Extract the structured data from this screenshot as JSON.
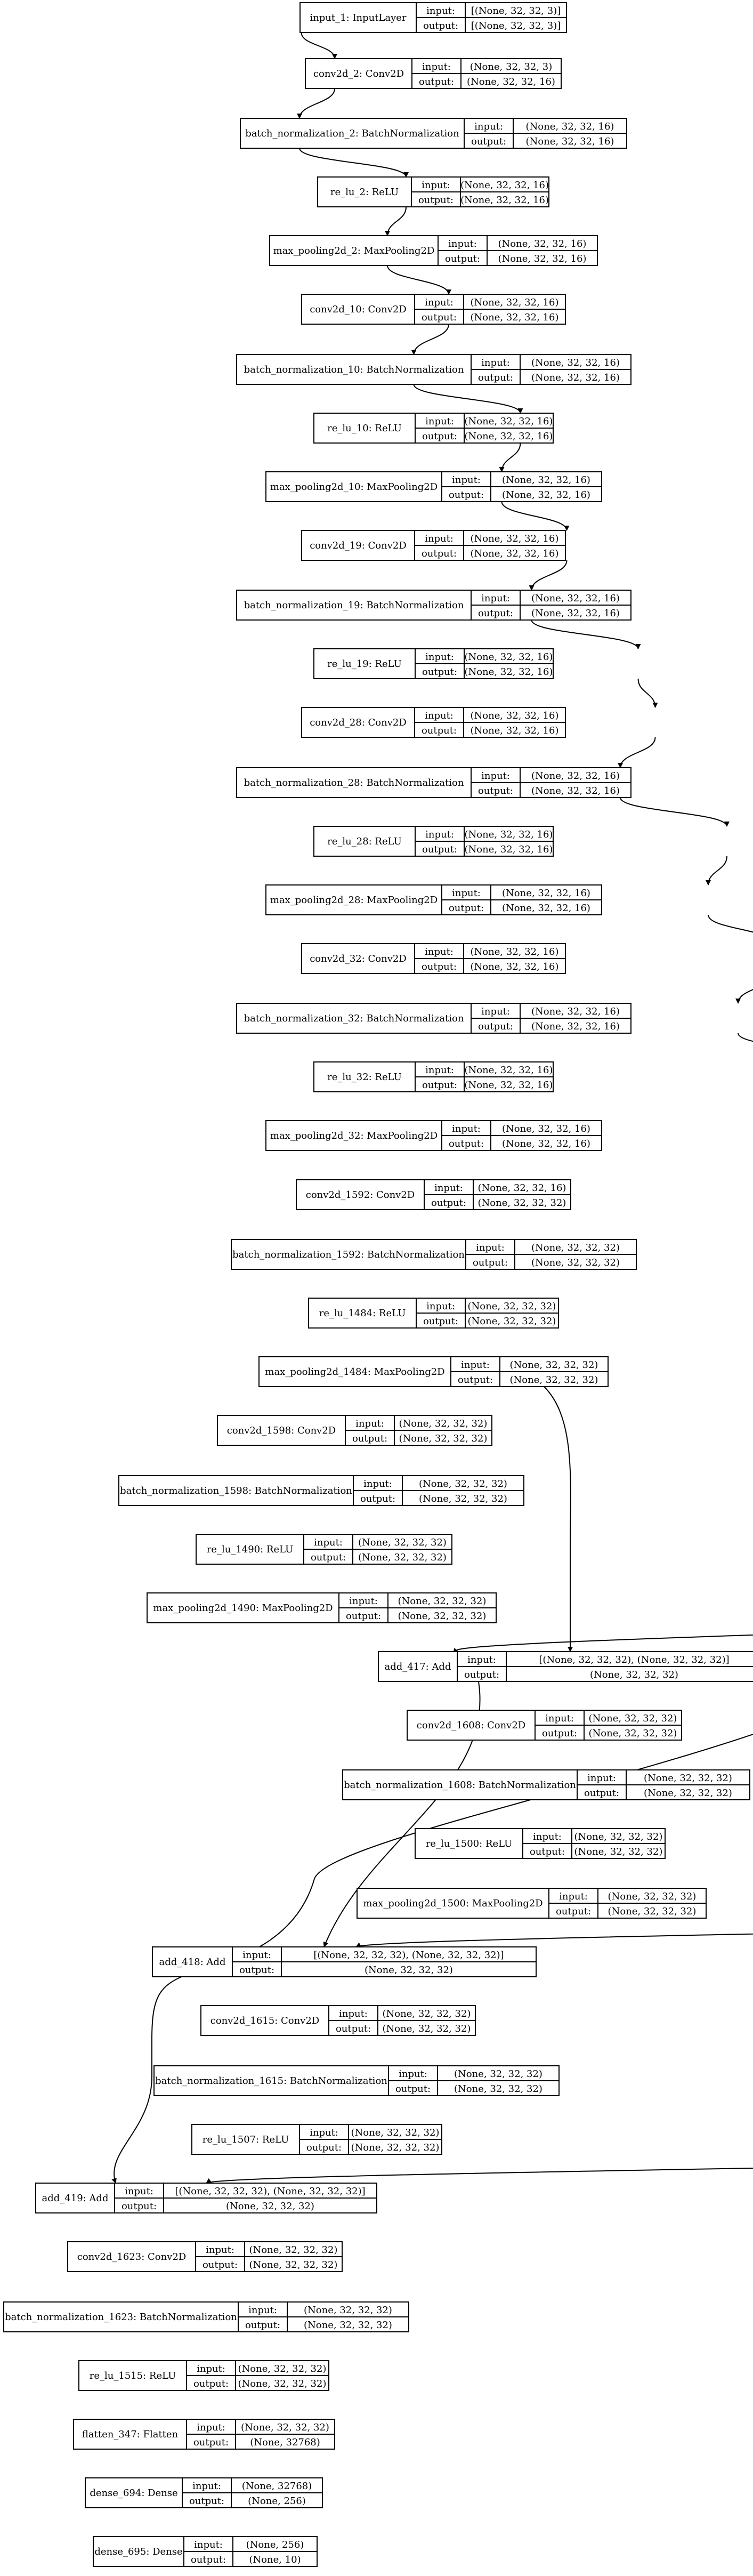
{
  "diagram": {
    "type": "keras-model-plot",
    "port_labels": {
      "input": "input:",
      "output": "output:"
    },
    "nodes": [
      {
        "id": "input_1",
        "label": "input_1: InputLayer",
        "input": "[(None, 32, 32, 3)]",
        "output": "[(None, 32, 32, 3)]"
      },
      {
        "id": "conv2d_2",
        "label": "conv2d_2: Conv2D",
        "input": "(None, 32, 32, 3)",
        "output": "(None, 32, 32, 16)"
      },
      {
        "id": "bn_2",
        "label": "batch_normalization_2: BatchNormalization",
        "input": "(None, 32, 32, 16)",
        "output": "(None, 32, 32, 16)"
      },
      {
        "id": "relu_2",
        "label": "re_lu_2: ReLU",
        "input": "(None, 32, 32, 16)",
        "output": "(None, 32, 32, 16)"
      },
      {
        "id": "mp_2",
        "label": "max_pooling2d_2: MaxPooling2D",
        "input": "(None, 32, 32, 16)",
        "output": "(None, 32, 32, 16)"
      },
      {
        "id": "conv2d_10",
        "label": "conv2d_10: Conv2D",
        "input": "(None, 32, 32, 16)",
        "output": "(None, 32, 32, 16)"
      },
      {
        "id": "bn_10",
        "label": "batch_normalization_10: BatchNormalization",
        "input": "(None, 32, 32, 16)",
        "output": "(None, 32, 32, 16)"
      },
      {
        "id": "relu_10",
        "label": "re_lu_10: ReLU",
        "input": "(None, 32, 32, 16)",
        "output": "(None, 32, 32, 16)"
      },
      {
        "id": "mp_10",
        "label": "max_pooling2d_10: MaxPooling2D",
        "input": "(None, 32, 32, 16)",
        "output": "(None, 32, 32, 16)"
      },
      {
        "id": "conv2d_19",
        "label": "conv2d_19: Conv2D",
        "input": "(None, 32, 32, 16)",
        "output": "(None, 32, 32, 16)"
      },
      {
        "id": "bn_19",
        "label": "batch_normalization_19: BatchNormalization",
        "input": "(None, 32, 32, 16)",
        "output": "(None, 32, 32, 16)"
      },
      {
        "id": "relu_19",
        "label": "re_lu_19: ReLU",
        "input": "(None, 32, 32, 16)",
        "output": "(None, 32, 32, 16)"
      },
      {
        "id": "conv2d_28",
        "label": "conv2d_28: Conv2D",
        "input": "(None, 32, 32, 16)",
        "output": "(None, 32, 32, 16)"
      },
      {
        "id": "bn_28",
        "label": "batch_normalization_28: BatchNormalization",
        "input": "(None, 32, 32, 16)",
        "output": "(None, 32, 32, 16)"
      },
      {
        "id": "relu_28",
        "label": "re_lu_28: ReLU",
        "input": "(None, 32, 32, 16)",
        "output": "(None, 32, 32, 16)"
      },
      {
        "id": "mp_28",
        "label": "max_pooling2d_28: MaxPooling2D",
        "input": "(None, 32, 32, 16)",
        "output": "(None, 32, 32, 16)"
      },
      {
        "id": "conv2d_32",
        "label": "conv2d_32: Conv2D",
        "input": "(None, 32, 32, 16)",
        "output": "(None, 32, 32, 16)"
      },
      {
        "id": "bn_32",
        "label": "batch_normalization_32: BatchNormalization",
        "input": "(None, 32, 32, 16)",
        "output": "(None, 32, 32, 16)"
      },
      {
        "id": "relu_32",
        "label": "re_lu_32: ReLU",
        "input": "(None, 32, 32, 16)",
        "output": "(None, 32, 32, 16)"
      },
      {
        "id": "mp_32",
        "label": "max_pooling2d_32: MaxPooling2D",
        "input": "(None, 32, 32, 16)",
        "output": "(None, 32, 32, 16)"
      },
      {
        "id": "conv2d_1592",
        "label": "conv2d_1592: Conv2D",
        "input": "(None, 32, 32, 16)",
        "output": "(None, 32, 32, 32)"
      },
      {
        "id": "bn_1592",
        "label": "batch_normalization_1592: BatchNormalization",
        "input": "(None, 32, 32, 32)",
        "output": "(None, 32, 32, 32)"
      },
      {
        "id": "relu_1484",
        "label": "re_lu_1484: ReLU",
        "input": "(None, 32, 32, 32)",
        "output": "(None, 32, 32, 32)"
      },
      {
        "id": "mp_1484",
        "label": "max_pooling2d_1484: MaxPooling2D",
        "input": "(None, 32, 32, 32)",
        "output": "(None, 32, 32, 32)"
      },
      {
        "id": "conv2d_1598",
        "label": "conv2d_1598: Conv2D",
        "input": "(None, 32, 32, 32)",
        "output": "(None, 32, 32, 32)"
      },
      {
        "id": "bn_1598",
        "label": "batch_normalization_1598: BatchNormalization",
        "input": "(None, 32, 32, 32)",
        "output": "(None, 32, 32, 32)"
      },
      {
        "id": "relu_1490",
        "label": "re_lu_1490: ReLU",
        "input": "(None, 32, 32, 32)",
        "output": "(None, 32, 32, 32)"
      },
      {
        "id": "mp_1490",
        "label": "max_pooling2d_1490: MaxPooling2D",
        "input": "(None, 32, 32, 32)",
        "output": "(None, 32, 32, 32)"
      },
      {
        "id": "add_417",
        "label": "add_417: Add",
        "input": "[(None, 32, 32, 32), (None, 32, 32, 32)]",
        "output": "(None, 32, 32, 32)"
      },
      {
        "id": "conv2d_1608",
        "label": "conv2d_1608: Conv2D",
        "input": "(None, 32, 32, 32)",
        "output": "(None, 32, 32, 32)"
      },
      {
        "id": "bn_1608",
        "label": "batch_normalization_1608: BatchNormalization",
        "input": "(None, 32, 32, 32)",
        "output": "(None, 32, 32, 32)"
      },
      {
        "id": "relu_1500",
        "label": "re_lu_1500: ReLU",
        "input": "(None, 32, 32, 32)",
        "output": "(None, 32, 32, 32)"
      },
      {
        "id": "mp_1500",
        "label": "max_pooling2d_1500: MaxPooling2D",
        "input": "(None, 32, 32, 32)",
        "output": "(None, 32, 32, 32)"
      },
      {
        "id": "add_418",
        "label": "add_418: Add",
        "input": "[(None, 32, 32, 32), (None, 32, 32, 32)]",
        "output": "(None, 32, 32, 32)"
      },
      {
        "id": "conv2d_1615",
        "label": "conv2d_1615: Conv2D",
        "input": "(None, 32, 32, 32)",
        "output": "(None, 32, 32, 32)"
      },
      {
        "id": "bn_1615",
        "label": "batch_normalization_1615: BatchNormalization",
        "input": "(None, 32, 32, 32)",
        "output": "(None, 32, 32, 32)"
      },
      {
        "id": "relu_1507",
        "label": "re_lu_1507: ReLU",
        "input": "(None, 32, 32, 32)",
        "output": "(None, 32, 32, 32)"
      },
      {
        "id": "add_419",
        "label": "add_419: Add",
        "input": "[(None, 32, 32, 32), (None, 32, 32, 32)]",
        "output": "(None, 32, 32, 32)"
      },
      {
        "id": "conv2d_1623",
        "label": "conv2d_1623: Conv2D",
        "input": "(None, 32, 32, 32)",
        "output": "(None, 32, 32, 32)"
      },
      {
        "id": "bn_1623",
        "label": "batch_normalization_1623: BatchNormalization",
        "input": "(None, 32, 32, 32)",
        "output": "(None, 32, 32, 32)"
      },
      {
        "id": "relu_1515",
        "label": "re_lu_1515: ReLU",
        "input": "(None, 32, 32, 32)",
        "output": "(None, 32, 32, 32)"
      },
      {
        "id": "flatten_347",
        "label": "flatten_347: Flatten",
        "input": "(None, 32, 32, 32)",
        "output": "(None, 32768)"
      },
      {
        "id": "dense_694",
        "label": "dense_694: Dense",
        "input": "(None, 32768)",
        "output": "(None, 256)"
      },
      {
        "id": "dense_695",
        "label": "dense_695: Dense",
        "input": "(None, 256)",
        "output": "(None, 10)"
      }
    ],
    "edges": [
      [
        "input_1",
        "conv2d_2"
      ],
      [
        "conv2d_2",
        "bn_2"
      ],
      [
        "bn_2",
        "relu_2"
      ],
      [
        "relu_2",
        "mp_2"
      ],
      [
        "mp_2",
        "conv2d_10"
      ],
      [
        "conv2d_10",
        "bn_10"
      ],
      [
        "bn_10",
        "relu_10"
      ],
      [
        "relu_10",
        "mp_10"
      ],
      [
        "mp_10",
        "conv2d_19"
      ],
      [
        "conv2d_19",
        "bn_19"
      ],
      [
        "bn_19",
        "relu_19"
      ],
      [
        "relu_19",
        "conv2d_28"
      ],
      [
        "conv2d_28",
        "bn_28"
      ],
      [
        "bn_28",
        "relu_28"
      ],
      [
        "relu_28",
        "mp_28"
      ],
      [
        "mp_28",
        "conv2d_32"
      ],
      [
        "conv2d_32",
        "bn_32"
      ],
      [
        "bn_32",
        "relu_32"
      ],
      [
        "relu_32",
        "mp_32"
      ],
      [
        "mp_32",
        "conv2d_1592"
      ],
      [
        "conv2d_1592",
        "bn_1592"
      ],
      [
        "bn_1592",
        "relu_1484"
      ],
      [
        "relu_1484",
        "mp_1484"
      ],
      [
        "mp_1484",
        "conv2d_1598"
      ],
      [
        "mp_1484",
        "add_417"
      ],
      [
        "conv2d_1598",
        "bn_1598"
      ],
      [
        "bn_1598",
        "relu_1490"
      ],
      [
        "relu_1490",
        "mp_1490"
      ],
      [
        "mp_1490",
        "add_417"
      ],
      [
        "mp_1490",
        "add_419"
      ],
      [
        "add_417",
        "conv2d_1608"
      ],
      [
        "add_417",
        "add_418"
      ],
      [
        "conv2d_1608",
        "bn_1608"
      ],
      [
        "bn_1608",
        "relu_1500"
      ],
      [
        "relu_1500",
        "mp_1500"
      ],
      [
        "mp_1500",
        "add_418"
      ],
      [
        "add_418",
        "conv2d_1615"
      ],
      [
        "conv2d_1615",
        "bn_1615"
      ],
      [
        "bn_1615",
        "relu_1507"
      ],
      [
        "relu_1507",
        "add_419"
      ],
      [
        "add_419",
        "conv2d_1623"
      ],
      [
        "conv2d_1623",
        "bn_1623"
      ],
      [
        "bn_1623",
        "relu_1515"
      ],
      [
        "relu_1515",
        "flatten_347"
      ],
      [
        "flatten_347",
        "dense_694"
      ],
      [
        "dense_694",
        "dense_695"
      ]
    ]
  }
}
